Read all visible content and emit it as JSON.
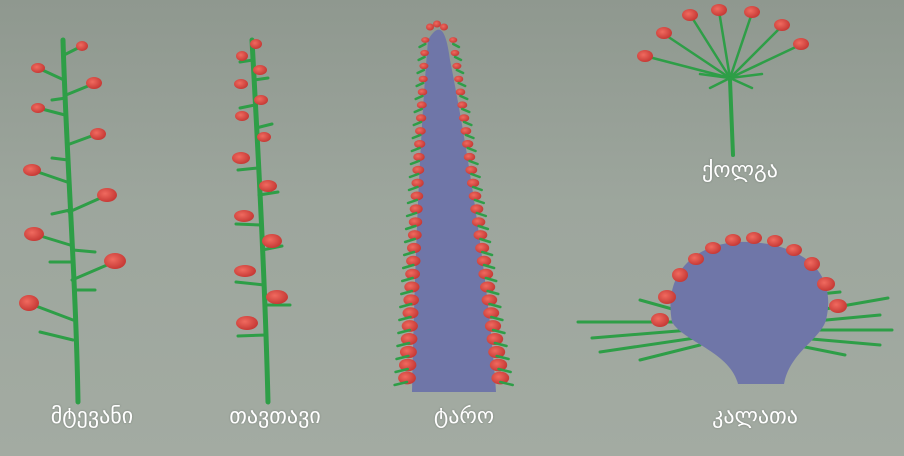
{
  "labels": {
    "raceme": "მტევანი",
    "head_capitulum": "თავთავი",
    "spadix": "ტარო",
    "umbel": "ქოლგა",
    "basket": "კალათა"
  },
  "colors": {
    "stem": "#2e9e47",
    "flower": "#d9413f",
    "receptacle": "#6f76a8",
    "label": "#ffffff"
  }
}
